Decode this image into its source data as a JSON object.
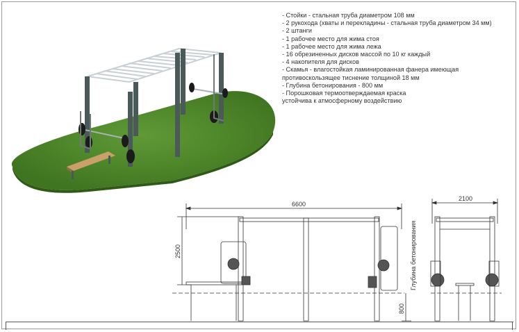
{
  "specs": [
    "- Стойки - стальная труба диаметром 108 мм",
    "- 2 рукохода (хваты и перекладины - стальная труба диаметром 34 мм)",
    "- 2 штанги",
    "- 1 рабочее место для жима стоя",
    "- 1 рабочее место для жима лежа",
    "- 16 обрезиненных дисков массой по 10 кг каждый",
    "- 4 накопителя для дисков",
    "- Скамья - влагостойкая ламинированная фанера имеющая",
    "противоскользящее тиснение толщиной 18 мм",
    "- Глубина бетонирования - 800 мм",
    "- Порошковая термоотверждаемая краска",
    "устойчива к атмосферному воздействию"
  ],
  "dimensions": {
    "length": "6600",
    "width": "2100",
    "height": "2500",
    "depth": "800",
    "depth_label": "Глубина бетонирования"
  },
  "colors": {
    "grass": "#4f8a2c",
    "grass_dark": "#3c6e1f",
    "steel": "#4a5a58",
    "bars": "#c9cfd2",
    "bench": "#c9a06a",
    "disc": "#1b1b1b",
    "line": "#333333"
  }
}
